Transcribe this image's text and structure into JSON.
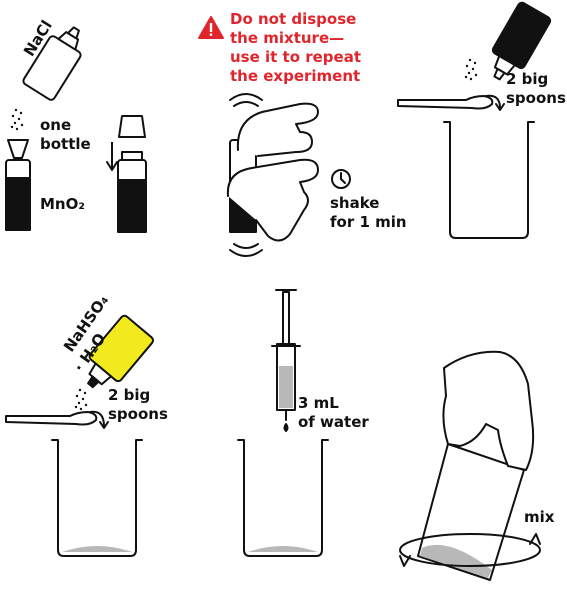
{
  "colors": {
    "ink": "#111111",
    "warning": "#e0262c",
    "reagent_yellow": "#f2ea1c",
    "liquid_gray": "#b8b8b8",
    "background": "#ffffff"
  },
  "warning": {
    "icon": "warning-triangle-icon",
    "text": "Do not dispose\nthe mixture—\nuse it to repeat\nthe experiment"
  },
  "steps": [
    {
      "id": "step-1",
      "bottle_label": "NaCl",
      "amount": "one\nbottle",
      "vial_label": "MnO₂"
    },
    {
      "id": "step-2",
      "action": "shake\nfor 1 min",
      "icon": "timer-icon"
    },
    {
      "id": "step-3",
      "amount": "2 big\nspoons"
    },
    {
      "id": "step-4",
      "bottle_label_top": "NaHSO₄",
      "bottle_label_bottom": "· H₂O",
      "amount": "2 big\nspoons"
    },
    {
      "id": "step-5",
      "amount": "3 mL\nof water"
    },
    {
      "id": "step-6",
      "action": "mix"
    }
  ]
}
